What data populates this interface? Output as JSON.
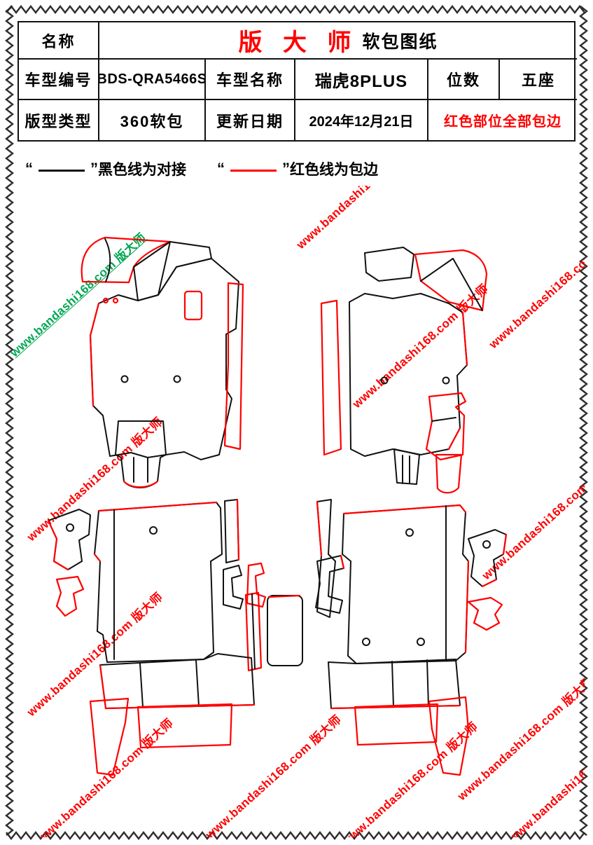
{
  "meta": {
    "brand": "版 大 师",
    "doc_type": "软包图纸"
  },
  "table": {
    "name_label": "名称",
    "model_code_label": "车型编号",
    "model_code": "BDS-QRA5466S",
    "model_name_label": "车型名称",
    "model_name": "瑞虎8PLUS",
    "seats_label": "位数",
    "seats": "五座",
    "pattern_type_label": "版型类型",
    "pattern_type": "360软包",
    "update_label": "更新日期",
    "update_date": "2024年12月21日",
    "note": "红色部位全部包边"
  },
  "legend": {
    "open_quote": "“",
    "close_quote": "”",
    "black_label": "黑色线为对接",
    "red_label": "红色线为包边"
  },
  "watermark": {
    "text": "www.bandashi168.com 版大师"
  },
  "colors": {
    "red": "#ff0000",
    "green": "#00a651",
    "ink": "#111111"
  }
}
